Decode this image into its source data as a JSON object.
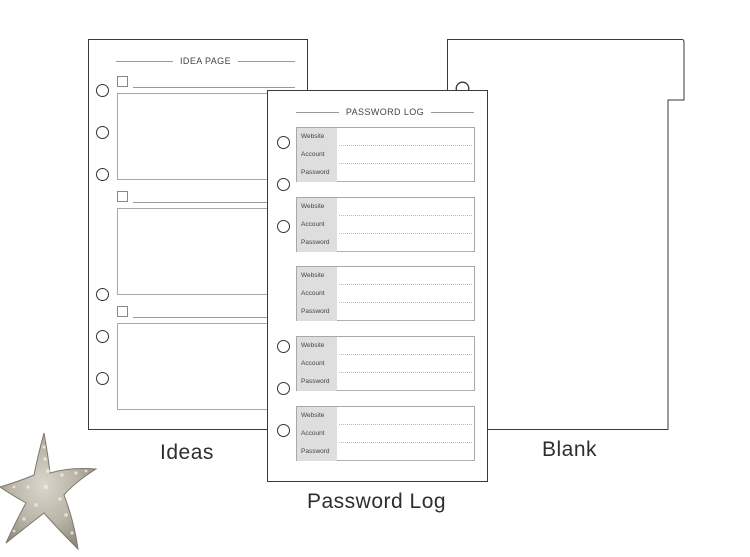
{
  "ideas_page": {
    "header": "IDEA PAGE",
    "caption": "Ideas"
  },
  "password_page": {
    "header": "PASSWORD LOG",
    "caption": "Password Log",
    "entries": [
      {
        "labels": [
          "Website",
          "Account",
          "Password"
        ]
      },
      {
        "labels": [
          "Website",
          "Account",
          "Password"
        ]
      },
      {
        "labels": [
          "Website",
          "Account",
          "Password"
        ]
      },
      {
        "labels": [
          "Website",
          "Account",
          "Password"
        ]
      },
      {
        "labels": [
          "Website",
          "Account",
          "Password"
        ]
      }
    ]
  },
  "blank_page": {
    "caption": "Blank"
  },
  "decoration": {
    "icon": "starfish-icon"
  }
}
